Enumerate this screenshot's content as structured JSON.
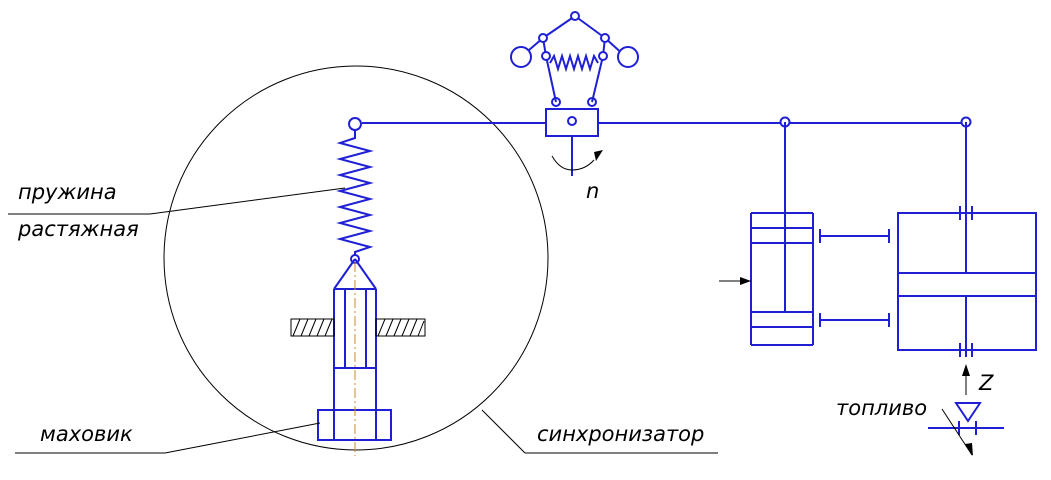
{
  "labels": {
    "spring_line1": "пружина",
    "spring_line2": "растяжная",
    "flywheel": "маховик",
    "synchronizer": "синхронизатор",
    "rotation": "n",
    "fuel": "топливо",
    "z": "Z"
  },
  "colors": {
    "mechanism": "#1f1fd6",
    "leader_lines": "#000000",
    "axis": "#d08a2a",
    "background": "#ffffff"
  }
}
